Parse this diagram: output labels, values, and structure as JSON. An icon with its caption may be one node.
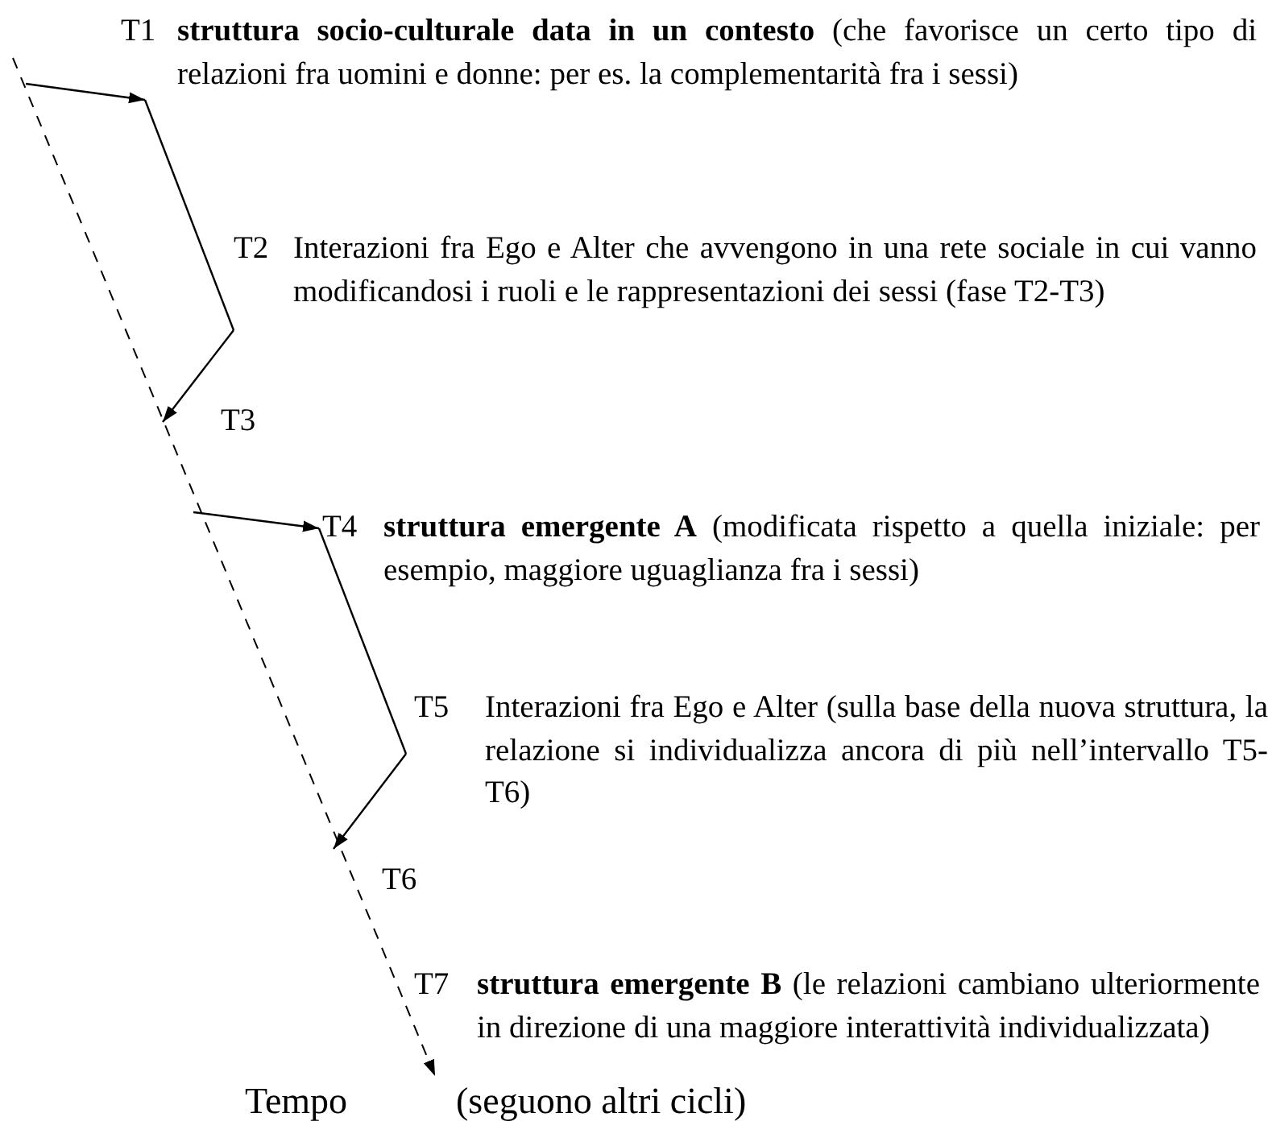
{
  "diagram": {
    "nodes": [
      {
        "text": [
          "T1",
          "**struttura socio-culturale data in un contesto** (che favorisce un certo tipo di relazioni fra uomini e donne: per es. la complementarità fra i sessi)"
        ]
      },
      {
        "text": [
          "T2",
          "Interazioni fra Ego e Alter che avvengono in una rete sociale in cui vanno modificandosi i ruoli e le rappresentazioni dei sessi (fase T2-T3)"
        ]
      },
      {
        "text": [
          "T3"
        ]
      },
      {
        "text": [
          "T4",
          "**struttura emergente A** (modificata rispetto a quella iniziale: per esempio, maggiore uguaglianza fra i sessi)"
        ]
      },
      {
        "text": [
          "T5",
          "Interazioni fra Ego e Alter (sulla base della nuova struttura, la relazione si individualizza ancora di più nell’intervallo T5-T6)"
        ]
      },
      {
        "text": [
          "T6"
        ]
      },
      {
        "text": [
          "T7",
          "**struttura emergente B** (le relazioni cambiano ulteriormente in direzione di una maggiore interattività individualizzata)"
        ]
      }
    ],
    "edges": [
      {
        "from": null,
        "to": 0,
        "arrow": "to"
      },
      {
        "from": 0,
        "to": 1,
        "arrow": "none"
      },
      {
        "from": 1,
        "to": 2,
        "arrow": "to"
      },
      {
        "from": null,
        "to": 3,
        "arrow": "to"
      },
      {
        "from": 3,
        "to": 4,
        "arrow": "none"
      },
      {
        "from": 4,
        "to": 5,
        "arrow": "to"
      }
    ],
    "labels": [
      "Tempo",
      "(seguono altri cicli)"
    ]
  }
}
